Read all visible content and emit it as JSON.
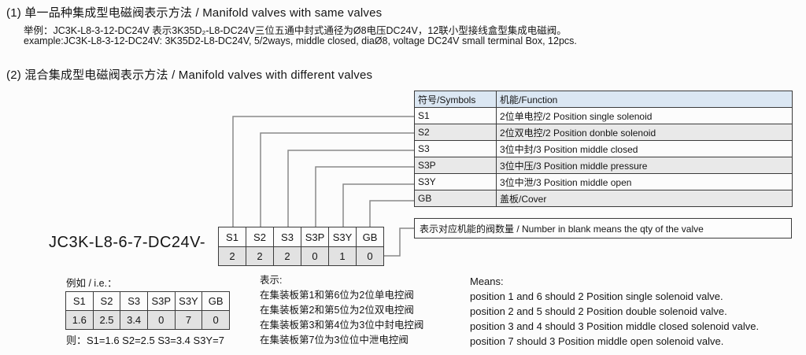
{
  "section1": {
    "title": "(1) 单一品种集成型电磁阀表示方法 / Manifold valves with same valves",
    "example_cn": "举例：JC3K-L8-3-12-DC24V 表示3K35D₂-L8-DC24V三位五通中封式通径为Ø8电压DC24V，12联小型接线盒型集成电磁阀。",
    "example_en": "example:JC3K-L8-3-12-DC24V: 3K35D2-L8-DC24V, 5/2ways, middle closed, diaØ8, voltage DC24V small terminal Box, 12pcs."
  },
  "section2": {
    "title": "(2) 混合集成型电磁阀表示方法 / Manifold valves with different valves",
    "symbols_table": {
      "headers": [
        "符号/Symbols",
        "机能/Function"
      ],
      "rows": [
        [
          "S1",
          "2位单电控/2 Position single solenoid"
        ],
        [
          "S2",
          "2位双电控/2 Position donble solenoid"
        ],
        [
          "S3",
          "3位中封/3 Position middle closed"
        ],
        [
          "S3P",
          "3位中压/3 Position middle pressure"
        ],
        [
          "S3Y",
          "3位中泄/3 Position middle open"
        ],
        [
          "GB",
          "盖板/Cover"
        ]
      ]
    },
    "qty_note": "表示对应机能的阀数量 / Number in blank means the qty of the valve",
    "model_code": "JC3K-L8-6-7-DC24V-",
    "order_table": {
      "headers": [
        "S1",
        "S2",
        "S3",
        "S3P",
        "S3Y",
        "GB"
      ],
      "values": [
        "2",
        "2",
        "2",
        "0",
        "1",
        "0"
      ]
    },
    "example": {
      "label": "例如 / i.e.：",
      "table": {
        "headers": [
          "S1",
          "S2",
          "S3",
          "S3P",
          "S3Y",
          "GB"
        ],
        "values": [
          "1.6",
          "2.5",
          "3.4",
          "0",
          "7",
          "0"
        ]
      },
      "result": "则：S1=1.6 S2=2.5 S3=3.4 S3Y=7",
      "cn_title": "表示:",
      "cn_lines": [
        "在集装板第1和第6位为2位单电控阀",
        "在集装板第2和第5位为2位双电控阀",
        "在集装板第3和第4位为3位中封电控阀",
        "在集装板第7位为3位位中泄电控阀"
      ],
      "en_title": "Means:",
      "en_lines": [
        "position 1 and 6 should 2 Position single solenoid valve.",
        "position 2 and 5 should 2 Position double solenoid valve.",
        "position 3 and 4 should 3 Position middle closed solenoid valve.",
        "position 7 should 3 Position middle open solenoid valve."
      ]
    }
  },
  "colors": {
    "table_header_bg": "#dbe7f3",
    "row_alt_bg": "#e9e9e9",
    "value_cell_bg": "#e2e2e2",
    "border": "#3b3b3b",
    "connector": "#8a8a8a",
    "page_bg": "#fcfcfc"
  }
}
